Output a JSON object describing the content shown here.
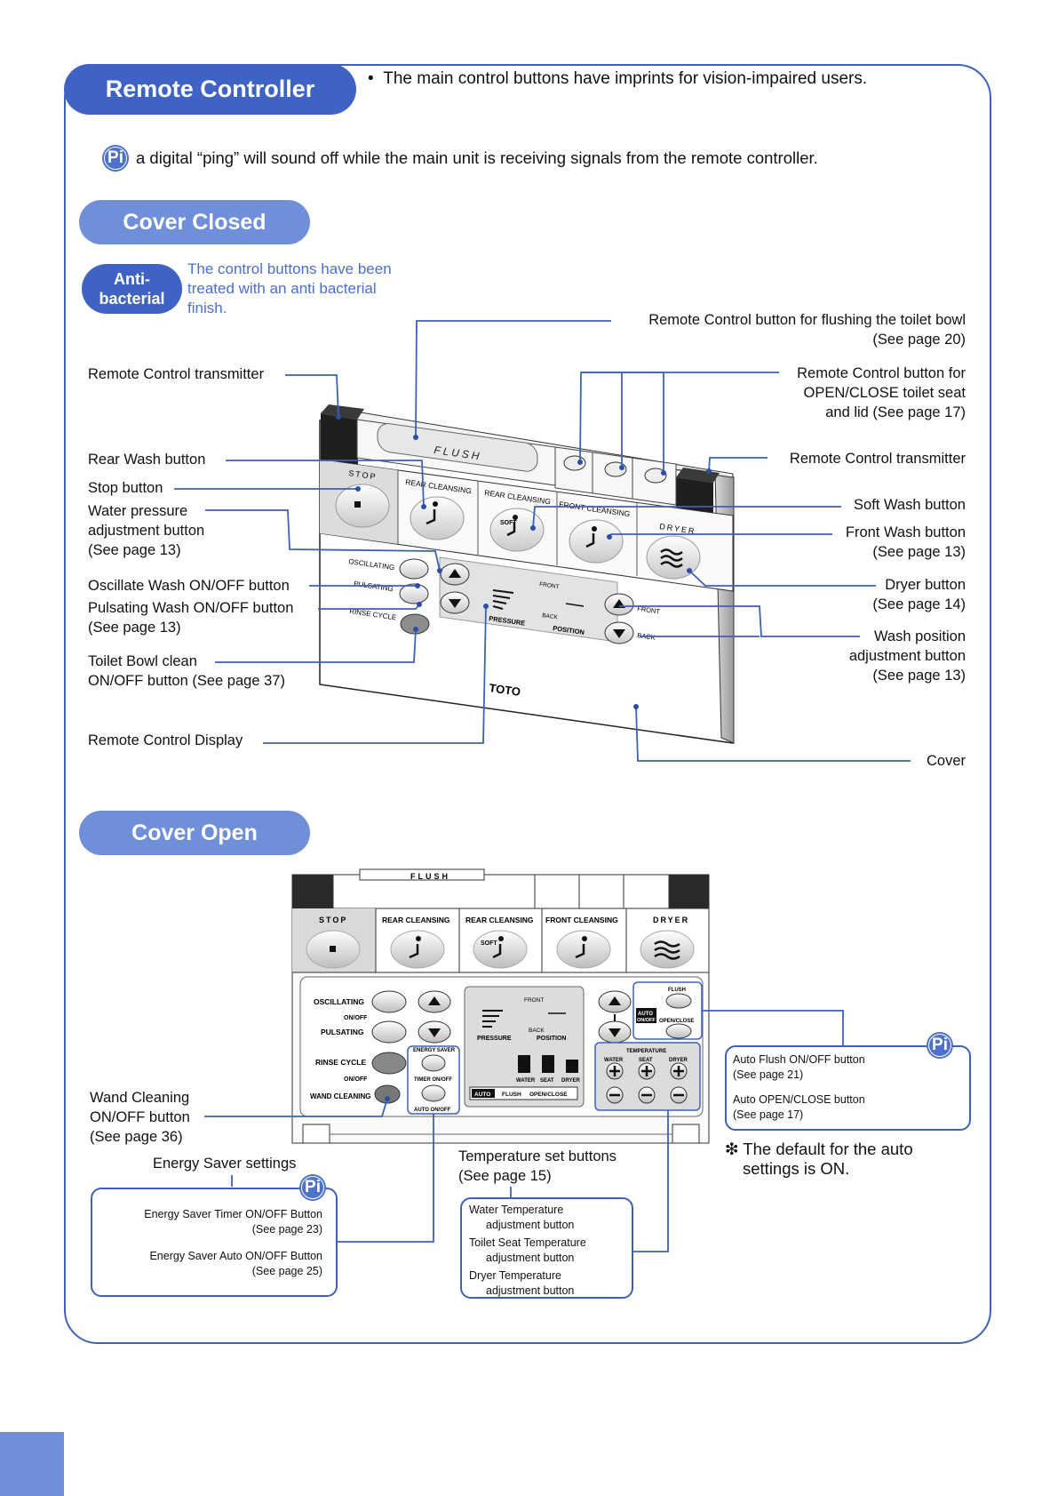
{
  "header": {
    "title": "Remote Controller",
    "note": "The main control buttons have imprints for vision-impaired users.",
    "pi_badge": "Pi",
    "ping_text": "a digital “ping” will sound off while the main unit is receiving signals from the remote controller."
  },
  "cover_closed": {
    "title": "Cover Closed",
    "antibacterial_badge_line1": "Anti-",
    "antibacterial_badge_line2": "bacterial",
    "antibacterial_text": [
      "The control buttons have been",
      "treated with an anti bacterial",
      "finish."
    ],
    "left_labels": {
      "transmitter": "Remote Control transmitter",
      "rear_wash": "Rear Wash button",
      "stop": "Stop button",
      "water_pressure": [
        "Water pressure",
        "adjustment button",
        "(See page 13)"
      ],
      "oscillate": "Oscillate Wash ON/OFF button",
      "pulsating": [
        "Pulsating Wash ON/OFF button",
        "(See page 13)"
      ],
      "bowl_clean": [
        "Toilet Bowl clean",
        "ON/OFF button (See page 37)"
      ],
      "display": "Remote Control Display"
    },
    "right_labels": {
      "flush": [
        "Remote Control button for flushing the toilet bowl",
        "(See page 20)"
      ],
      "open_close": [
        "Remote Control button for",
        "OPEN/CLOSE toilet seat",
        "and lid (See page 17)"
      ],
      "transmitter": "Remote Control transmitter",
      "soft_wash": "Soft Wash button",
      "front_wash": [
        "Front Wash button",
        "(See page 13)"
      ],
      "dryer": [
        "Dryer button",
        "(See page 14)"
      ],
      "wash_position": [
        "Wash position",
        "adjustment button",
        "(See page 13)"
      ],
      "cover": "Cover"
    },
    "device": {
      "flush": "FLUSH",
      "stop": "STOP",
      "rear": "REAR CLEANSING",
      "rear_soft": "REAR CLEANSING",
      "front": "FRONT CLEANSING",
      "dryer": "DRYER",
      "soft": "SOFT",
      "oscillating": "OSCILLATING",
      "pulsating": "PULSATING",
      "rinse": "RINSE CYCLE",
      "pressure": "PRESSURE",
      "position": "POSITION",
      "front_small": "FRONT",
      "back_small": "BACK",
      "front_btn": "FRONT",
      "back_btn": "BACK",
      "brand": "TOTO"
    }
  },
  "cover_open": {
    "title": "Cover Open",
    "wand": [
      "Wand Cleaning",
      "ON/OFF button",
      "(See page 36)"
    ],
    "energy_title": "Energy Saver settings",
    "energy_items": [
      "Energy Saver Timer ON/OFF Button",
      "(See page 23)",
      "Energy Saver Auto ON/OFF Button",
      "(See page 25)"
    ],
    "temp_title": [
      "Temperature set buttons",
      "(See page 15)"
    ],
    "temp_items": [
      "Water Temperature",
      "adjustment button",
      "Toilet Seat Temperature",
      "adjustment button",
      "Dryer Temperature",
      "adjustment button"
    ],
    "auto_items": [
      "Auto Flush ON/OFF button",
      "(See page 21)",
      "Auto OPEN/CLOSE button",
      "(See page 17)"
    ],
    "default_note": [
      "❇ The default for the auto",
      "settings is ON."
    ],
    "panel": {
      "flush": "FLUSH",
      "stop": "STOP",
      "rear": "REAR CLEANSING",
      "rear_soft": "REAR CLEANSING",
      "front": "FRONT CLEANSING",
      "dryer": "DRYER",
      "soft": "SOFT",
      "oscillating": "OSCILLATING",
      "on_off": "ON/OFF",
      "pulsating": "PULSATING",
      "rinse": "RINSE CYCLE",
      "wand": "WAND CLEANING",
      "energy_saver": "ENERGY SAVER",
      "timer": "TIMER ON/OFF",
      "auto_onoff": "AUTO ON/OFF",
      "pressure": "PRESSURE",
      "position": "POSITION",
      "front_small": "FRONT",
      "back_small": "BACK",
      "water": "WATER",
      "seat": "SEAT",
      "dryer_small": "DRYER",
      "auto": "AUTO",
      "flush_small": "FLUSH",
      "open_close_small": "OPEN/CLOSE",
      "temperature": "TEMPERATURE",
      "auto_box_line1": "AUTO",
      "auto_box_line2": "ON/OFF",
      "flush_btn": "FLUSH",
      "open_close_btn": "OPEN/CLOSE"
    }
  },
  "colors": {
    "accent": "#3f61b5",
    "pill": "#6f8fd8",
    "pill_dark": "#3e63c4",
    "antibac_text": "#4a6fcf"
  }
}
